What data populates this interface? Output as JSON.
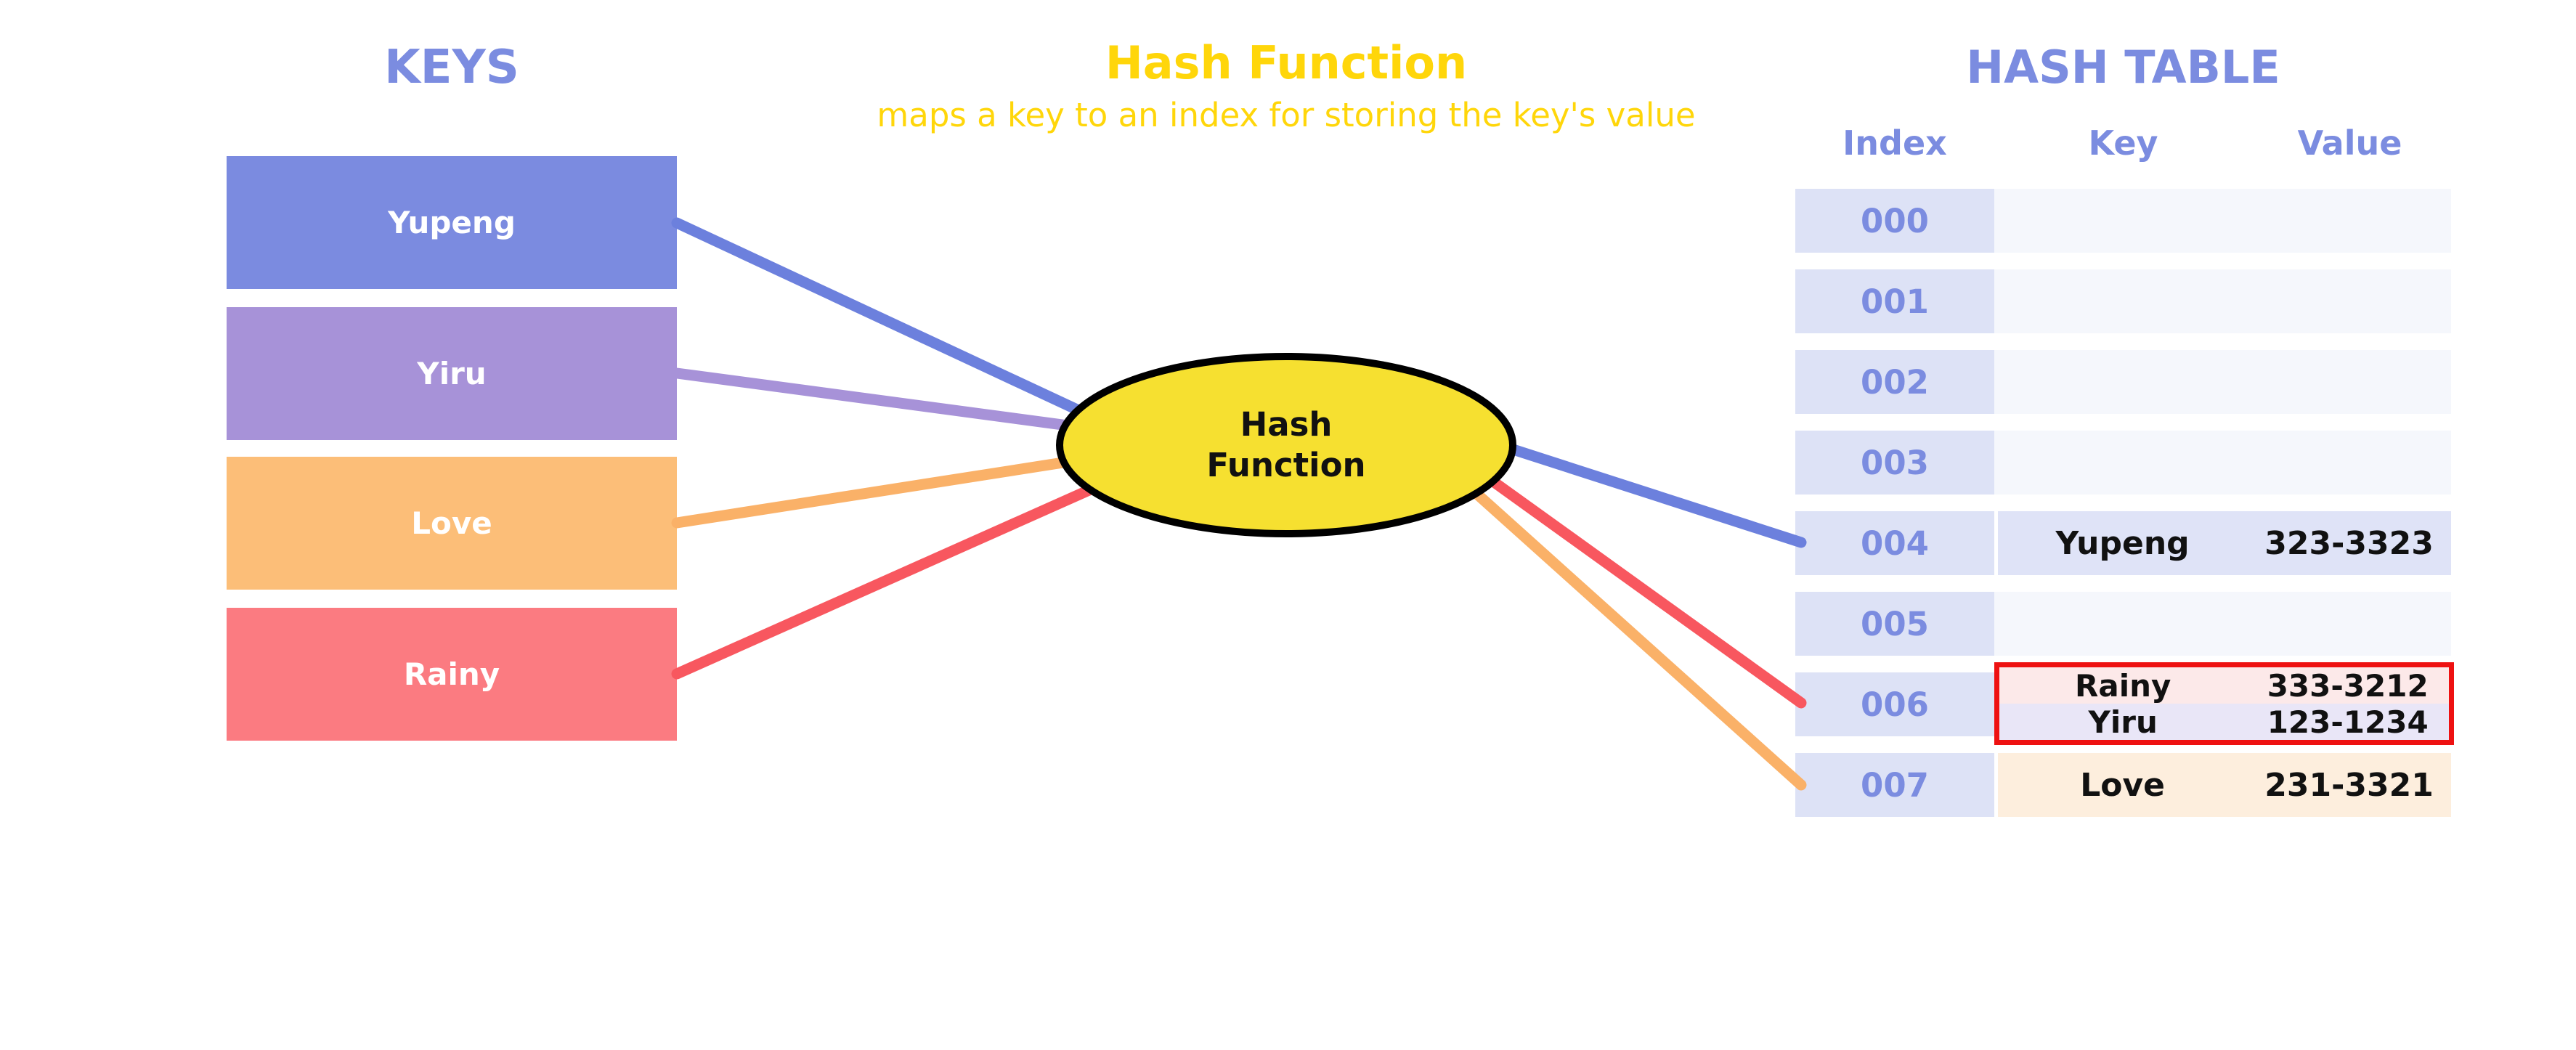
{
  "titles": {
    "keys": "KEYS",
    "hash_function": "Hash Function",
    "hash_function_subtitle": "maps a key to an index for storing the key's value",
    "hash_table": "HASH TABLE"
  },
  "keys": [
    {
      "label": "Yupeng",
      "color": "#7b8be0"
    },
    {
      "label": "Yiru",
      "color": "#a792d8"
    },
    {
      "label": "Love",
      "color": "#fcbe78"
    },
    {
      "label": "Rainy",
      "color": "#fb7b81"
    }
  ],
  "ellipse": {
    "label_line1": "Hash",
    "label_line2": "Function",
    "fill": "#f6e030",
    "border": "#000000"
  },
  "table": {
    "headers": {
      "index": "Index",
      "key": "Key",
      "value": "Value"
    },
    "rows": [
      {
        "index": "000",
        "entries": []
      },
      {
        "index": "001",
        "entries": []
      },
      {
        "index": "002",
        "entries": []
      },
      {
        "index": "003",
        "entries": []
      },
      {
        "index": "004",
        "band": "#dfe3f7",
        "entries": [
          {
            "key": "Yupeng",
            "value": "323-3323"
          }
        ]
      },
      {
        "index": "005",
        "entries": []
      },
      {
        "index": "006",
        "highlighted": true,
        "entries": [
          {
            "key": "Rainy",
            "value": "333-3212",
            "band": "#fce9e9"
          },
          {
            "key": "Yiru",
            "value": "123-1234",
            "band": "#e9e6f7"
          }
        ]
      },
      {
        "index": "007",
        "band": "#fdeedd",
        "entries": [
          {
            "key": "Love",
            "value": "231-3321"
          }
        ]
      }
    ]
  },
  "colors": {
    "periwinkle_accent": "#7b8ce0",
    "gold_accent": "#ffd60a",
    "index_cell_bg": "#dde2f6",
    "empty_row_bg": "#f5f7fc",
    "highlight_border": "#ee1111",
    "ellipse_fill": "#f6e030",
    "line_blue": "#6c80dd",
    "line_purple": "#a792d8",
    "line_orange": "#fab168",
    "line_red": "#f8575f"
  }
}
